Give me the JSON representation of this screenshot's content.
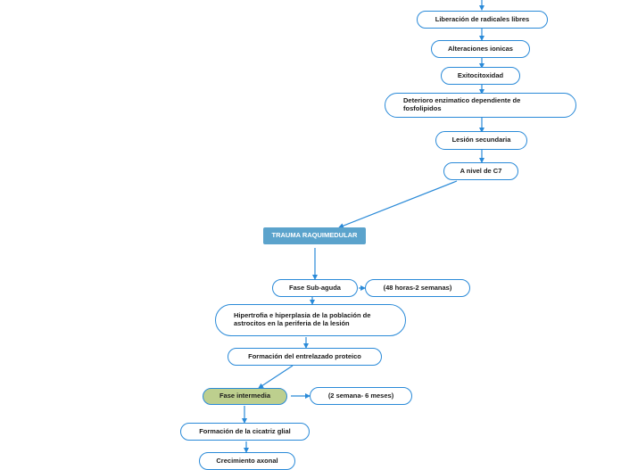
{
  "nodes": {
    "liberacion": "Liberación de radicales libres",
    "alteraciones": "Alteraciones ionicas",
    "exitocitoxidad": "Exitocitoxidad",
    "deterioro": "Deterioro enzimatico dependiente de fosfolipidos",
    "lesion": "Lesión secundaria",
    "nivel": "A nivel de C7",
    "trauma": "TRAUMA RAQUIMEDULAR",
    "subaguda": "Fase Sub-aguda",
    "subaguda_tiempo": "(48 horas-2 semanas)",
    "hipertrofia": "Hipertrofia e hiperplasia de la población de astrocitos  en la  periferia de  la  lesión",
    "formacion_entrelazado": "Formación del  entrelazado proteico",
    "intermedia": "Fase intermedia",
    "intermedia_tiempo": "(2 semana- 6 meses)",
    "cicatriz": "Formación de la cicatriz glial",
    "crecimiento": "Crecimiento axonal"
  },
  "colors": {
    "line": "#2a8ad8",
    "root_fill": "#5ba3cc",
    "highlight_fill": "#bdcf8e"
  }
}
